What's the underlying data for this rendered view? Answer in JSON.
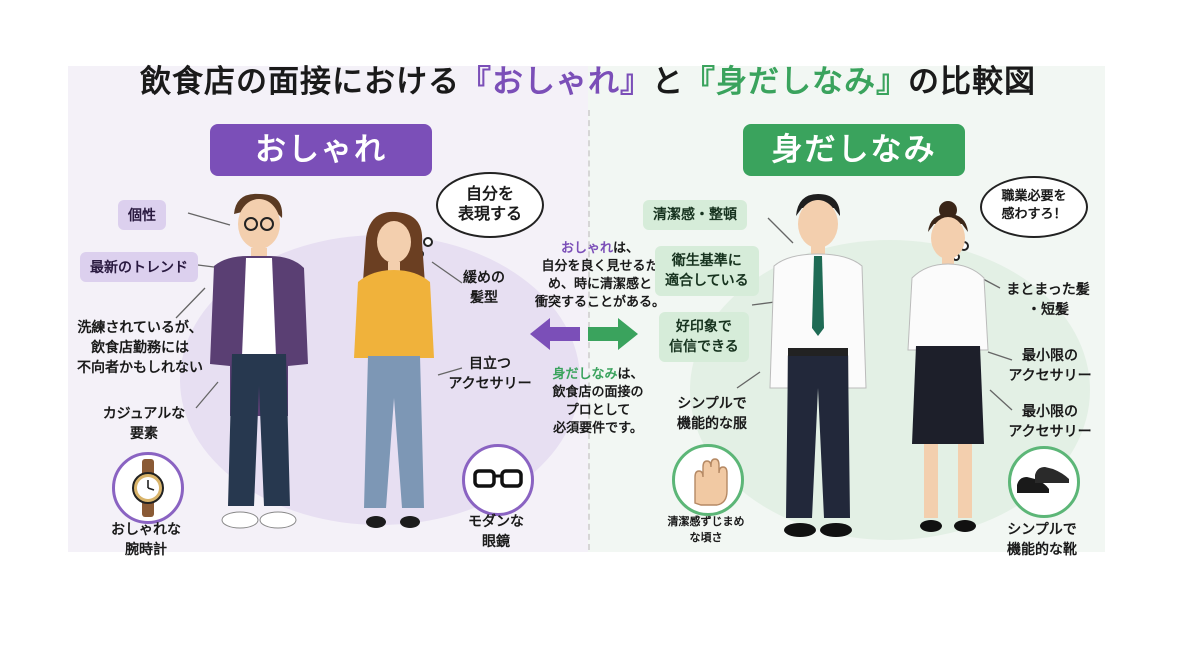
{
  "title": {
    "prefix": "飲食店の面接における",
    "q_open_1": "『",
    "oshare": "おしゃれ",
    "q_close_1": "』",
    "to": "と",
    "q_open_2": "『",
    "midashinami": "身だしなみ",
    "q_close_2": "』",
    "suffix": "の比較図"
  },
  "left": {
    "header": "おしゃれ",
    "tags": [
      "個性",
      "最新のトレンド"
    ],
    "caution": [
      "洗練されているが、",
      "飲食店勤務には",
      "不向者かもしれない"
    ],
    "casual": [
      "カジュアルな",
      "要素"
    ],
    "bubble": [
      "自分を",
      "表現する"
    ],
    "hair": [
      "緩めの",
      "髪型"
    ],
    "accessory": [
      "目立つ",
      "アクセサリー"
    ],
    "watch": [
      "おしゃれな",
      "腕時計"
    ],
    "glasses": [
      "モダンな",
      "眼鏡"
    ]
  },
  "center": {
    "top_lead": "おしゃれ",
    "top_lines": [
      "は、",
      "自分を良く見せるた",
      "め、時に清潔感と",
      "衝突することがある。"
    ],
    "bottom_lead": "身だしなみ",
    "bottom_lines": [
      "は、",
      "飲食店の面接の",
      "プロとして",
      "必須要件です。"
    ]
  },
  "right": {
    "header": "身だしなみ",
    "tags": [
      [
        "清潔感・整頓"
      ],
      [
        "衛生基準に",
        "適合している"
      ],
      [
        "好印象で",
        "信信できる"
      ]
    ],
    "clothes": [
      "シンプルで",
      "機能的な服"
    ],
    "nails": [
      "清潔感ずじまめ",
      "な頃さ"
    ],
    "bubble": [
      "職業必要を",
      "感わすろ！"
    ],
    "hair": [
      "まとまった髪",
      "・短髪"
    ],
    "acc1": [
      "最小限の",
      "アクセサリー"
    ],
    "acc2": [
      "最小限の",
      "アクセサリー"
    ],
    "shoes": [
      "シンプルで",
      "機能的な靴"
    ]
  },
  "colors": {
    "purple": "#7b4fb8",
    "green": "#3aa35d",
    "purple_tint": "#dcd0ee",
    "green_tint": "#d6ecd9"
  },
  "icons": [
    "wrist-watch-icon",
    "glasses-icon",
    "hand-icon",
    "dress-shoes-icon",
    "left-arrow-icon",
    "right-arrow-icon"
  ]
}
